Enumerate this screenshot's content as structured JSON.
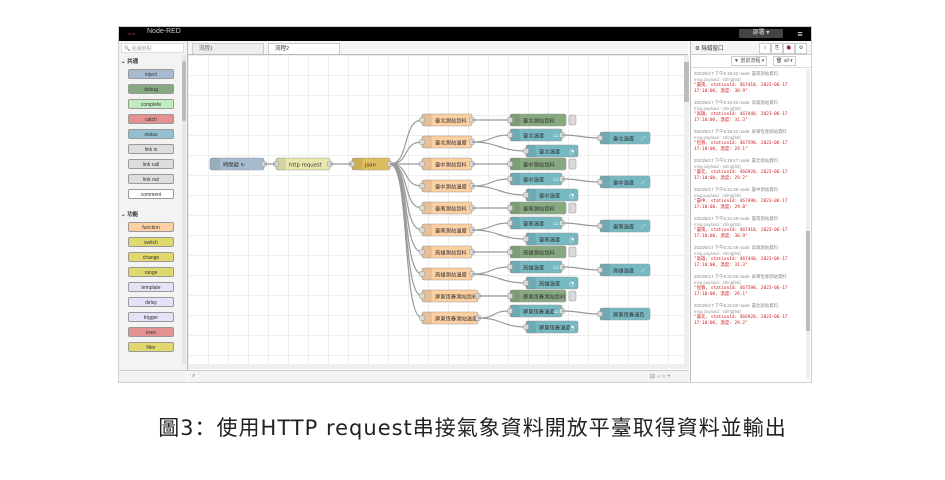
{
  "app": {
    "title": "Node-RED",
    "deploy_label": "部署",
    "menu_icon": "menu-icon"
  },
  "palette": {
    "search_placeholder": "過濾節點",
    "categories": [
      {
        "label": "共通",
        "nodes": [
          {
            "label": "inject",
            "color": "#a6bbcf"
          },
          {
            "label": "debug",
            "color": "#87a980"
          },
          {
            "label": "complete",
            "color": "#c0edc0"
          },
          {
            "label": "catch",
            "color": "#e49191"
          },
          {
            "label": "status",
            "color": "#94c1d0"
          },
          {
            "label": "link in",
            "color": "#dddddd"
          },
          {
            "label": "link call",
            "color": "#dddddd"
          },
          {
            "label": "link out",
            "color": "#dddddd"
          },
          {
            "label": "comment",
            "color": "#ffffff"
          }
        ]
      },
      {
        "label": "功能",
        "nodes": [
          {
            "label": "function",
            "color": "#fdd0a2"
          },
          {
            "label": "switch",
            "color": "#e2d96e"
          },
          {
            "label": "change",
            "color": "#e2d96e"
          },
          {
            "label": "range",
            "color": "#e2d96e"
          },
          {
            "label": "template",
            "color": "#e6e0f8"
          },
          {
            "label": "delay",
            "color": "#e6e0f8"
          },
          {
            "label": "trigger",
            "color": "#e6e0f8"
          },
          {
            "label": "exec",
            "color": "#e49191"
          },
          {
            "label": "filter",
            "color": "#e2d96e"
          }
        ]
      }
    ]
  },
  "tabs": [
    {
      "label": "流程1",
      "active": false
    },
    {
      "label": "流程2",
      "active": true
    }
  ],
  "tab_add": "+",
  "tab_list": "▾",
  "flow": {
    "inject_label": "時間戳 ↻",
    "http_label": "http request",
    "json_label": "json",
    "rows": [
      {
        "fn": "臺北測站資料",
        "out": [
          {
            "kind": "debug",
            "label": "臺北測站資料"
          }
        ]
      },
      {
        "fn": "臺北測站溫度",
        "out": [
          {
            "kind": "text",
            "label": "臺北溫度"
          },
          {
            "kind": "gauge",
            "label": "臺北溫度"
          }
        ],
        "chart": "臺北溫度"
      },
      {
        "fn": "臺中測站資料",
        "out": [
          {
            "kind": "debug",
            "label": "臺中測站資料"
          }
        ]
      },
      {
        "fn": "臺中測站溫度",
        "out": [
          {
            "kind": "text",
            "label": "臺中溫度"
          },
          {
            "kind": "gauge",
            "label": "臺中溫度"
          }
        ],
        "chart": "臺中溫度"
      },
      {
        "fn": "臺南測站資料",
        "out": [
          {
            "kind": "debug",
            "label": "臺南測站資料"
          }
        ]
      },
      {
        "fn": "臺南測站溫度",
        "out": [
          {
            "kind": "text",
            "label": "臺南溫度"
          },
          {
            "kind": "gauge",
            "label": "臺南溫度"
          }
        ],
        "chart": "臺南溫度"
      },
      {
        "fn": "高雄測站資料",
        "out": [
          {
            "kind": "debug",
            "label": "高雄測站資料"
          }
        ]
      },
      {
        "fn": "高雄測站溫度",
        "out": [
          {
            "kind": "text",
            "label": "高雄溫度"
          },
          {
            "kind": "gauge",
            "label": "高雄溫度"
          }
        ],
        "chart": "高雄溫度"
      },
      {
        "fn": "屏東恆春測站資料",
        "out": [
          {
            "kind": "debug",
            "label": "屏東恆春測站資料"
          }
        ]
      },
      {
        "fn": "屏東恆春測站溫度",
        "out": [
          {
            "kind": "text",
            "label": "屏東恆春溫度"
          },
          {
            "kind": "gauge",
            "label": "屏東恆春溫度"
          }
        ],
        "chart": "屏東恆春溫度"
      }
    ]
  },
  "sidebar": {
    "title": "除錯窗口",
    "filter_label": "▼ 當前流程 ▾",
    "all_label": "🗑 all ▾",
    "tool_icons": [
      "i",
      "⎘",
      "🐞",
      "⚙",
      "▾"
    ],
    "messages": [
      {
        "meta": "2023/6/17 下午5:19:42  node: 臺南測站資料",
        "type": "msg.payload : string[55]",
        "val": "\"臺南, stationId: 467410, 2023-06-17 17:10:00, 溫度: 30.9\""
      },
      {
        "meta": "2023/6/17 下午5:19:42  node: 高雄測站資料",
        "type": "msg.payload : string[55]",
        "val": "\"高雄, stationId: 467440, 2023-06-17 17:10:00, 溫度: 31.3\""
      },
      {
        "meta": "2023/6/17 下午5:19:42  node: 屏東恆春測站資料",
        "type": "msg.payload : string[55]",
        "val": "\"恆春, stationId: 467590, 2023-06-17 17:10:00, 溫度: 29.1\""
      },
      {
        "meta": "2023/6/17 下午5:19:47  node: 臺北測站資料",
        "type": "msg.payload : string[55]",
        "val": "\"臺北, stationId: 466920, 2023-06-17 17:10:00, 溫度: 29.2\""
      },
      {
        "meta": "2023/6/17 下午5:21:49  node: 臺中測站資料",
        "type": "msg.payload : string[55]",
        "val": "\"臺中, stationId: 467490, 2023-06-17 17:10:00, 溫度: 29.8\""
      },
      {
        "meta": "2023/6/17 下午5:21:49  node: 臺南測站資料",
        "type": "msg.payload : string[55]",
        "val": "\"臺南, stationId: 467410, 2023-06-17 17:10:00, 溫度: 30.9\""
      },
      {
        "meta": "2023/6/17 下午5:21:49  node: 高雄測站資料",
        "type": "msg.payload : string[55]",
        "val": "\"高雄, stationId: 467440, 2023-06-17 17:10:00, 溫度: 31.3\""
      },
      {
        "meta": "2023/6/17 下午5:21:50  node: 屏東恆春測站資料",
        "type": "msg.payload : string[55]",
        "val": "\"恆春, stationId: 467590, 2023-06-17 17:10:00, 溫度: 29.1\""
      },
      {
        "meta": "2023/6/17 下午5:21:50  node: 臺北測站資料",
        "type": "msg.payload : string[55]",
        "val": "\"臺北, stationId: 466920, 2023-06-17 17:10:00, 溫度: 29.2\""
      }
    ]
  },
  "caption": "圖3：使用HTTP request串接氣象資料開放平臺取得資料並輸出",
  "colors": {
    "inject": "#a6bbcf",
    "http": "#e7e7ae",
    "json": "#debd5c",
    "function": "#fdd0a2",
    "debug": "#87a980",
    "dashboard": "#77b9c3"
  }
}
